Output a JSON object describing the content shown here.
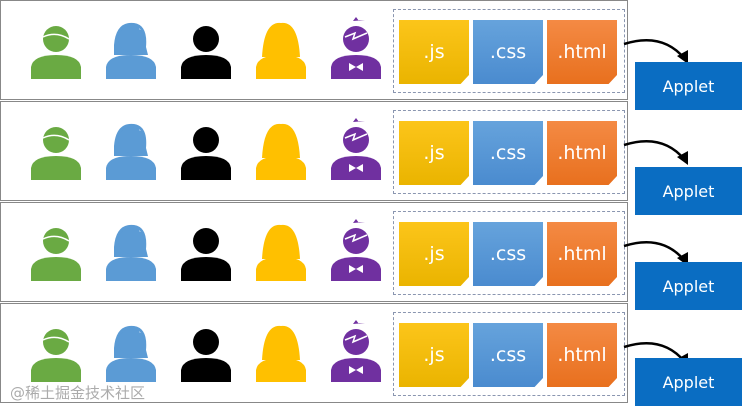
{
  "rows": [
    {
      "files": [
        ".js",
        ".css",
        ".html"
      ],
      "target": "Applet"
    },
    {
      "files": [
        ".js",
        ".css",
        ".html"
      ],
      "target": "Applet"
    },
    {
      "files": [
        ".js",
        ".css",
        ".html"
      ],
      "target": "Applet"
    },
    {
      "files": [
        ".js",
        ".css",
        ".html"
      ],
      "target": "Applet"
    }
  ],
  "colors": {
    "green": "#6aaa43",
    "blue": "#5b9bd5",
    "black": "#000000",
    "yellow": "#ffc000",
    "purple": "#7030a0",
    "applet": "#0a6dc2"
  },
  "watermark": "@稀土掘金技术社区"
}
